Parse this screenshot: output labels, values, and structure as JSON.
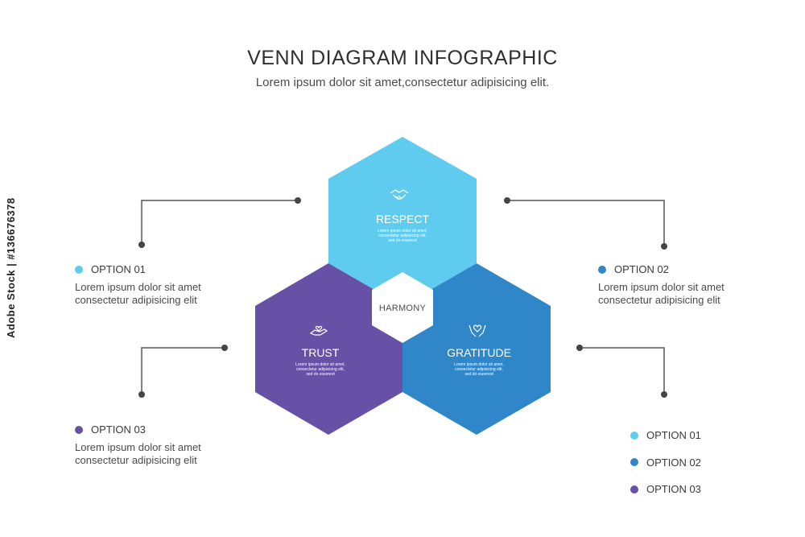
{
  "header": {
    "title": "VENN DIAGRAM INFOGRAPHIC",
    "subtitle": "Lorem ipsum dolor sit amet,consectetur adipisicing elit."
  },
  "hexagons": {
    "respect": {
      "label": "RESPECT",
      "icon": "handshake-icon",
      "text": [
        "Lorem ipsum dolor sit amet,",
        "consectetur adipisicing elit,",
        "sed do eiusmod"
      ],
      "color": "#5ecbef"
    },
    "trust": {
      "label": "TRUST",
      "icon": "hand-heart-icon",
      "text": [
        "Lorem ipsum dolor sit amet,",
        "consectetur adipisicing elit,",
        "sed do eiusmod"
      ],
      "color": "#6651a7"
    },
    "gratitude": {
      "label": "GRATITUDE",
      "icon": "hands-heart-icon",
      "text": [
        "Lorem ipsum dolor sit amet,",
        "consectetur adipisicing elit,",
        "sed do eiusmod"
      ],
      "color": "#2f86c8"
    },
    "center": {
      "label": "HARMONY"
    }
  },
  "options": {
    "left_top": {
      "label": "OPTION 01",
      "text": "Lorem ipsum dolor sit amet\nconsectetur adipisicing elit",
      "color": "#5ecbef"
    },
    "right_top": {
      "label": "OPTION 02",
      "text": "Lorem ipsum dolor sit amet\nconsectetur adipisicing elit",
      "color": "#2f86c8"
    },
    "left_bottom": {
      "label": "OPTION 03",
      "text": "Lorem ipsum dolor sit amet\nconsectetur adipisicing elit",
      "color": "#6651a7"
    }
  },
  "legend": [
    {
      "label": "OPTION 01",
      "color": "#5ecbef"
    },
    {
      "label": "OPTION 02",
      "color": "#2f86c8"
    },
    {
      "label": "OPTION 03",
      "color": "#6651a7"
    }
  ],
  "watermark": "Adobe Stock | #136676378"
}
